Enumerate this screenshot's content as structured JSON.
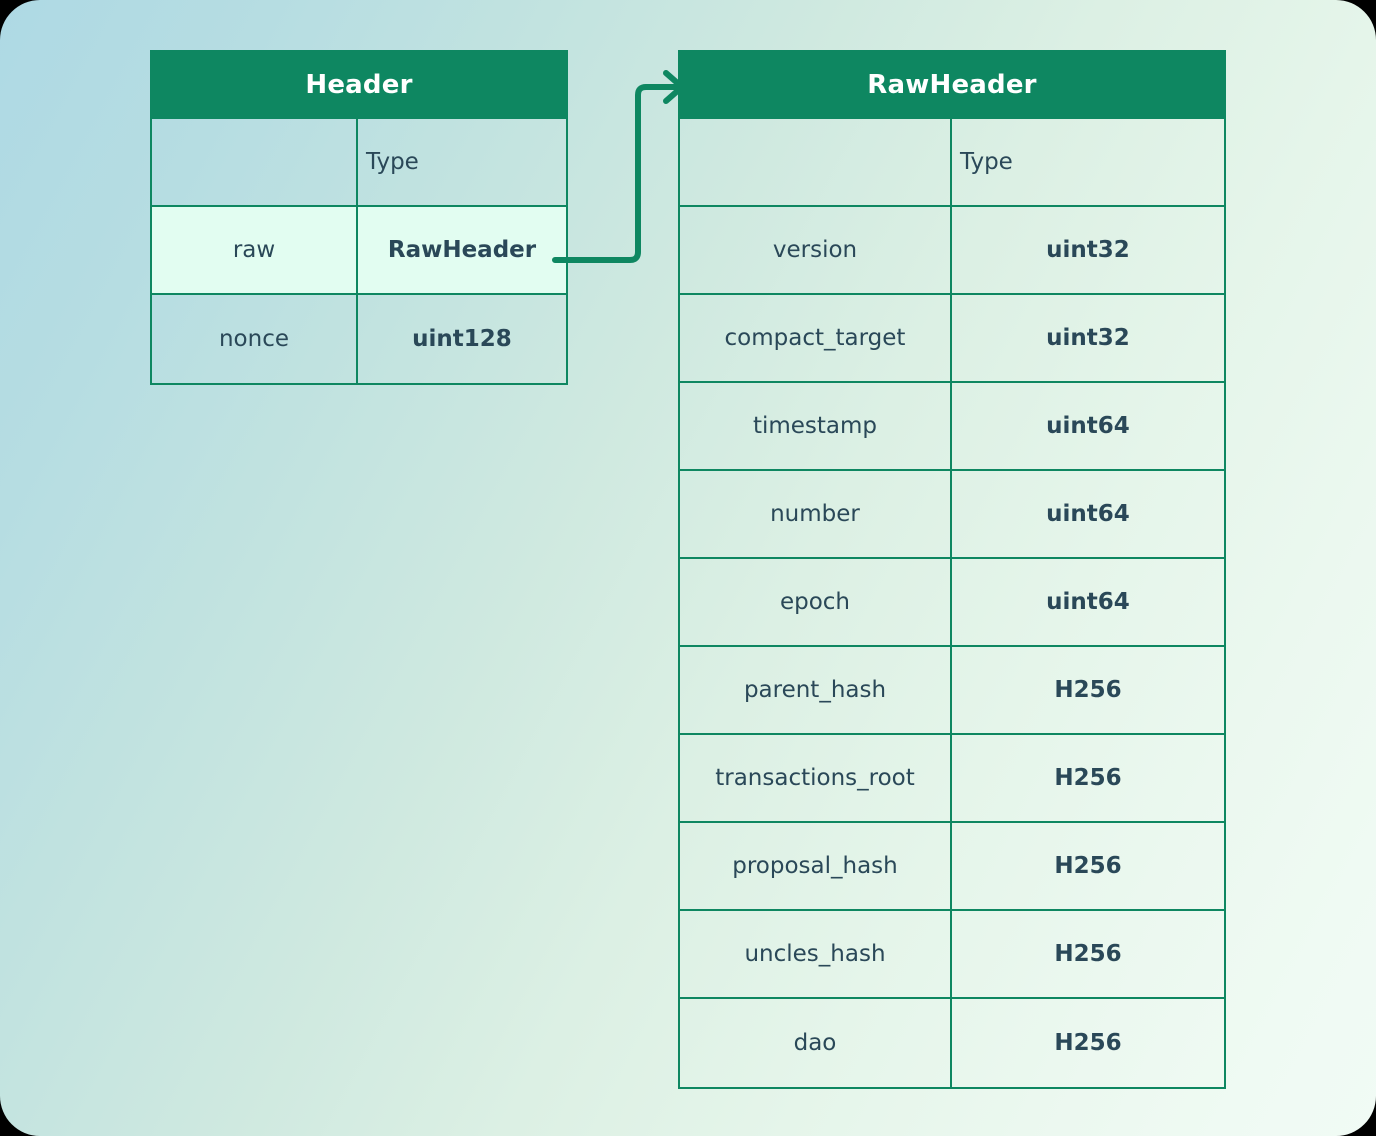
{
  "diagram": {
    "kind": "entity-relationship-diagram",
    "colors": {
      "header_green": "#0e8761",
      "border_green": "#0e8761",
      "text_dark": "#2a4858",
      "highlight_row": "#e2fdf1",
      "background_from": "#aed9e4",
      "background_to": "#f1fbf5"
    },
    "connector": {
      "name": "raw-to-rawheader-arrow",
      "from": "Header.raw",
      "to": "RawHeader"
    }
  },
  "entities": [
    {
      "title": "Header",
      "columns": [
        "",
        "Type"
      ],
      "rows": [
        {
          "name": "raw",
          "type": "RawHeader",
          "highlight": true
        },
        {
          "name": "nonce",
          "type": "uint128",
          "highlight": false
        }
      ]
    },
    {
      "title": "RawHeader",
      "columns": [
        "",
        "Type"
      ],
      "rows": [
        {
          "name": "version",
          "type": "uint32",
          "highlight": false
        },
        {
          "name": "compact_target",
          "type": "uint32",
          "highlight": false
        },
        {
          "name": "timestamp",
          "type": "uint64",
          "highlight": false
        },
        {
          "name": "number",
          "type": "uint64",
          "highlight": false
        },
        {
          "name": "epoch",
          "type": "uint64",
          "highlight": false
        },
        {
          "name": "parent_hash",
          "type": "H256",
          "highlight": false
        },
        {
          "name": "transactions_root",
          "type": "H256",
          "highlight": false
        },
        {
          "name": "proposal_hash",
          "type": "H256",
          "highlight": false
        },
        {
          "name": "uncles_hash",
          "type": "H256",
          "highlight": false
        },
        {
          "name": "dao",
          "type": "H256",
          "highlight": false
        }
      ]
    }
  ]
}
